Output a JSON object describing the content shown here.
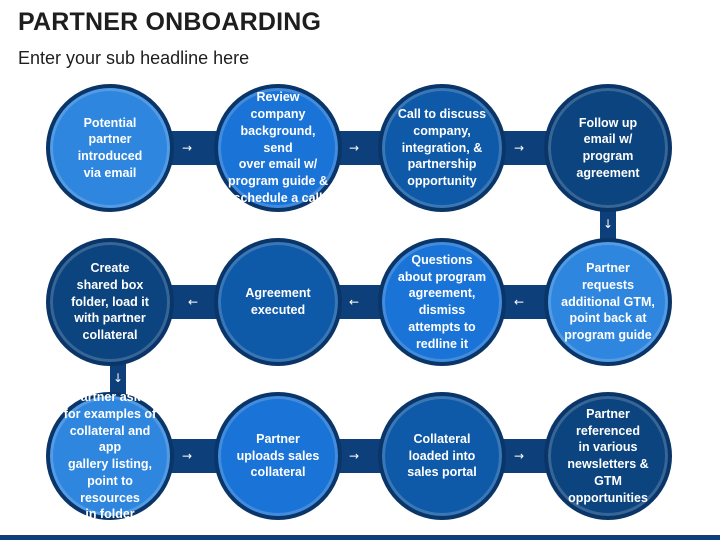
{
  "header": {
    "title": "PARTNER ONBOARDING",
    "subtitle": "Enter your sub headline here"
  },
  "colors": {
    "band": "#0d3f7a",
    "light_blue": "#2e86de",
    "mid_blue": "#1a6fd0",
    "dark_blue": "#0d4f8f",
    "deep_blue": "#0b3e78"
  },
  "steps": [
    {
      "text": "Potential\npartner\nintroduced\nvia email",
      "color": "#2e86de"
    },
    {
      "text": "Review company\nbackground, send\nover email w/\nprogram guide &\nschedule a call",
      "color": "#1a73d6"
    },
    {
      "text": "Call to discuss\ncompany,\nintegration, &\npartnership\nopportunity",
      "color": "#0f5aa8"
    },
    {
      "text": "Follow up\nemail w/\nprogram\nagreement",
      "color": "#0b447f"
    },
    {
      "text": "Partner\nrequests\nadditional GTM,\npoint back at\nprogram guide",
      "color": "#2e86de"
    },
    {
      "text": "Questions\nabout program\nagreement,\ndismiss\nattempts to\nredline it",
      "color": "#1a73d6"
    },
    {
      "text": "Agreement\nexecuted",
      "color": "#0f5aa8"
    },
    {
      "text": "Create\nshared box\nfolder, load it\nwith partner\ncollateral",
      "color": "#0b447f"
    },
    {
      "text": "Partner asks\nfor examples of\ncollateral and app\ngallery listing,\npoint to resources\nin folder",
      "color": "#2e86de"
    },
    {
      "text": "Partner\nuploads sales\ncollateral",
      "color": "#1a73d6"
    },
    {
      "text": "Collateral\nloaded into\nsales portal",
      "color": "#0f5aa8"
    },
    {
      "text": "Partner referenced\nin various\nnewsletters & GTM\nopportunities",
      "color": "#0b447f"
    }
  ],
  "arrows": {
    "right": "→",
    "left": "←",
    "down": "↓"
  }
}
